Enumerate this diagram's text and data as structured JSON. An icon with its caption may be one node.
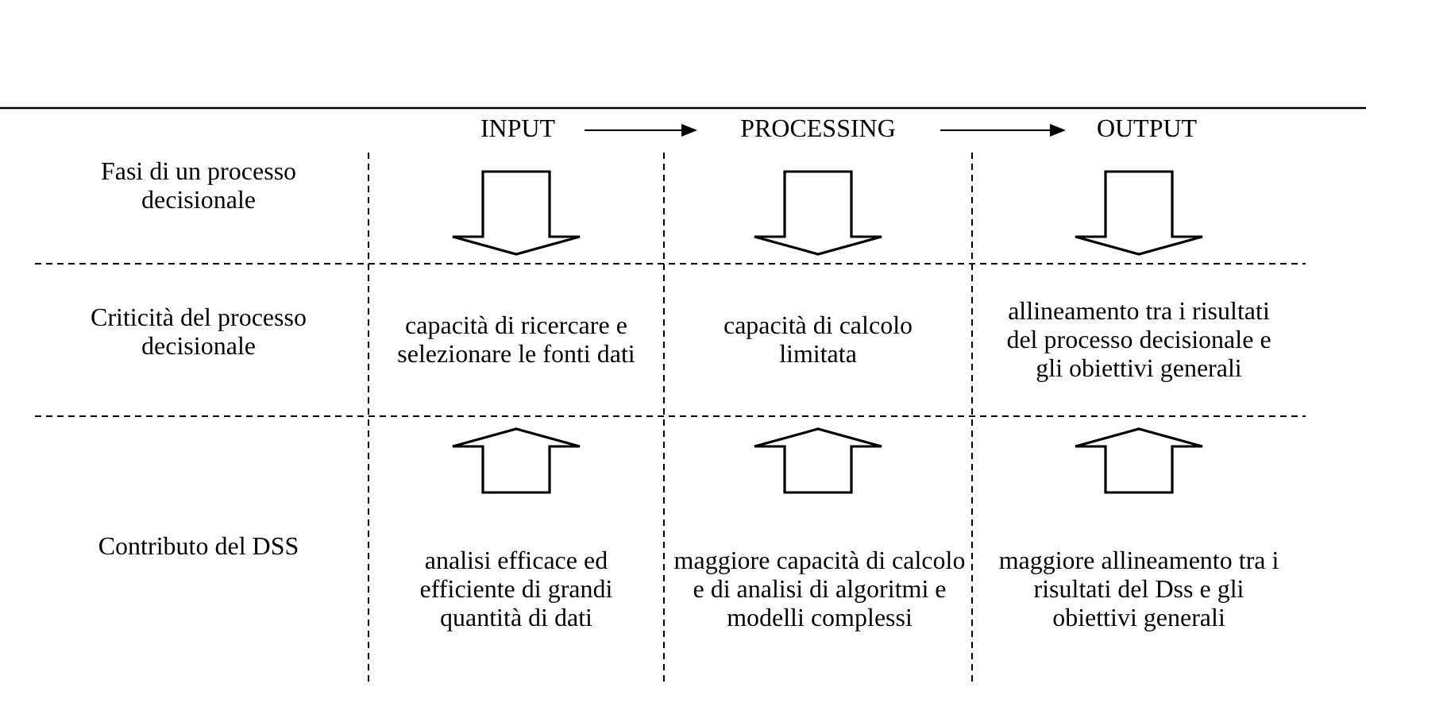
{
  "diagram": {
    "nodes": [
      {
        "text": [
          "INPUT"
        ]
      },
      {
        "text": [
          "PROCESSING"
        ]
      },
      {
        "text": [
          "OUTPUT"
        ]
      },
      {
        "text": [
          "capacità di ricercare e selezionare le fonti dati"
        ]
      },
      {
        "text": [
          "capacità di calcolo limitata"
        ]
      },
      {
        "text": [
          "allineamento tra i risultati del processo decisionale e gli obiettivi generali"
        ]
      },
      {
        "text": [
          "analisi efficace ed efficiente di grandi quantità di dati"
        ]
      },
      {
        "text": [
          "maggiore capacità di calcolo e di analisi di algoritmi e modelli complessi"
        ]
      },
      {
        "text": [
          "maggiore allineamento tra i risultati del Dss e gli obiettivi generali"
        ]
      }
    ],
    "edges": [
      {
        "from": 0,
        "to": 1,
        "arrow": "to"
      },
      {
        "from": 1,
        "to": 2,
        "arrow": "to"
      },
      {
        "from": 0,
        "to": 3,
        "arrow": "to",
        "style": "thick"
      },
      {
        "from": 1,
        "to": 4,
        "arrow": "to",
        "style": "thick"
      },
      {
        "from": 2,
        "to": 5,
        "arrow": "to",
        "style": "thick"
      },
      {
        "from": 6,
        "to": 3,
        "arrow": "to",
        "style": "thick"
      },
      {
        "from": 7,
        "to": 4,
        "arrow": "to",
        "style": "thick"
      },
      {
        "from": 8,
        "to": 5,
        "arrow": "to",
        "style": "thick"
      }
    ],
    "labels": [
      "Fasi di un processo decisionale",
      "Criticità del processo decisionale",
      "Contributo del DSS"
    ]
  }
}
